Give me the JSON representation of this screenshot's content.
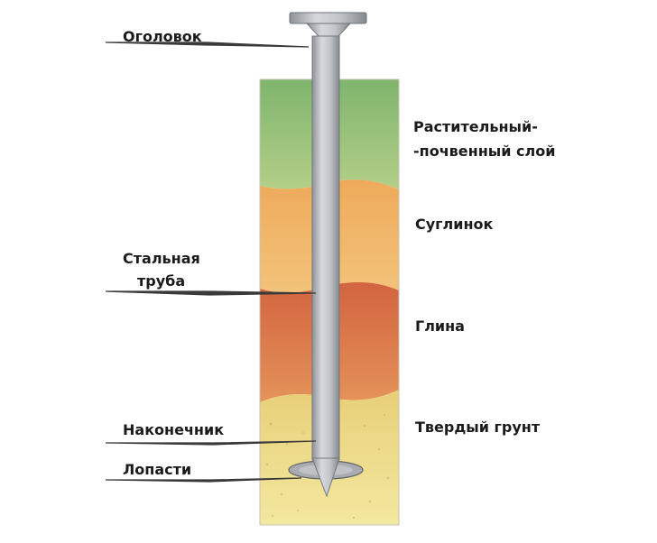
{
  "diagram": {
    "left_labels": {
      "head": "Оголовок",
      "pipe_line1": "Стальная",
      "pipe_line2": "труба",
      "tip": "Наконечник",
      "blades": "Лопасти"
    },
    "layers": [
      {
        "label_line1": "Растительный-",
        "label_line2": "-почвенный слой",
        "color": "#8fbf7a"
      },
      {
        "label_line1": "Суглинок",
        "label_line2": "",
        "color": "#f0b060"
      },
      {
        "label_line1": "Глина",
        "label_line2": "",
        "color": "#d9714a"
      },
      {
        "label_line1": "Твердый грунт",
        "label_line2": "",
        "color": "#ecd886"
      }
    ],
    "colors": {
      "pipe": "#b9bcc2",
      "pipe_shadow": "#8d9096",
      "pointer": "#3a3a3a",
      "text": "#1a1a1a"
    }
  }
}
